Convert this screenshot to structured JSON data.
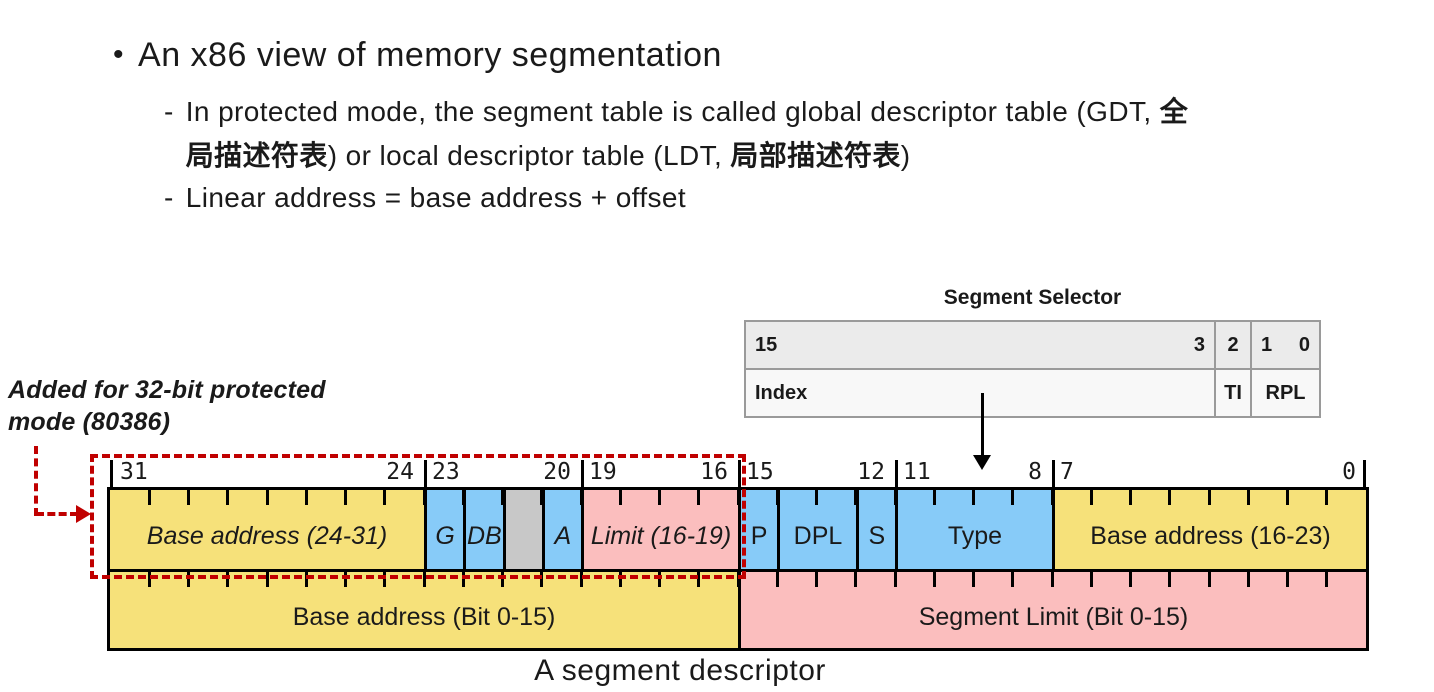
{
  "slide": {
    "bullet_char": "•",
    "dash_char": "-",
    "title": "An x86 view of memory segmentation",
    "bullet1_line1_en": "In protected mode, the segment table is called global descriptor table (GDT, ",
    "bullet1_line1_cn": "全",
    "bullet1_line2_cn1": "局描述符表",
    "bullet1_line2_en": ") or local descriptor table (LDT, ",
    "bullet1_line2_cn2": "局部描述符表",
    "bullet1_line2_close": ")",
    "bullet2": "Linear address = base address + offset"
  },
  "selector": {
    "title": "Segment Selector",
    "bit_positions": [
      "15",
      "3",
      "2",
      "1",
      "0"
    ],
    "fields": [
      "Index",
      "TI",
      "RPL"
    ]
  },
  "annotation": {
    "line1": "Added for 32-bit protected",
    "line2": "mode (80386)"
  },
  "descriptor": {
    "caption": "A segment descriptor",
    "bit_labels": [
      "31",
      "24",
      "23",
      "20",
      "19",
      "16",
      "15",
      "12",
      "11",
      "8",
      "7",
      "0"
    ],
    "top_row": [
      {
        "label": "Base address (24-31)",
        "bits": 8,
        "color": "yellow",
        "italic": true
      },
      {
        "label": "G",
        "bits": 1,
        "color": "blue",
        "italic": true
      },
      {
        "label": "DB",
        "bits": 1,
        "color": "blue",
        "italic": true
      },
      {
        "label": "",
        "bits": 1,
        "color": "gray",
        "italic": false
      },
      {
        "label": "A",
        "bits": 1,
        "color": "blue",
        "italic": true
      },
      {
        "label": "Limit (16-19)",
        "bits": 4,
        "color": "pink",
        "italic": true
      },
      {
        "label": "P",
        "bits": 1,
        "color": "blue",
        "italic": false
      },
      {
        "label": "DPL",
        "bits": 2,
        "color": "blue",
        "italic": false
      },
      {
        "label": "S",
        "bits": 1,
        "color": "blue",
        "italic": false
      },
      {
        "label": "Type",
        "bits": 4,
        "color": "blue",
        "italic": false
      },
      {
        "label": "Base address (16-23)",
        "bits": 8,
        "color": "yellow",
        "italic": false
      }
    ],
    "bottom_row": [
      {
        "label": "Base address (Bit 0-15)",
        "bits": 16,
        "color": "yellow"
      },
      {
        "label": "Segment Limit (Bit 0-15)",
        "bits": 16,
        "color": "pink"
      }
    ],
    "colors": {
      "field_yellow": "#F6E17A",
      "field_blue": "#87CBF8",
      "field_pink": "#FBBEBE",
      "field_gray": "#C8C8C8",
      "dashed_outline_red": "#C00000",
      "selector_row1_bg": "#ebebeb",
      "selector_row2_bg": "#f8f8f8",
      "selector_border": "#9a9a9a"
    }
  }
}
